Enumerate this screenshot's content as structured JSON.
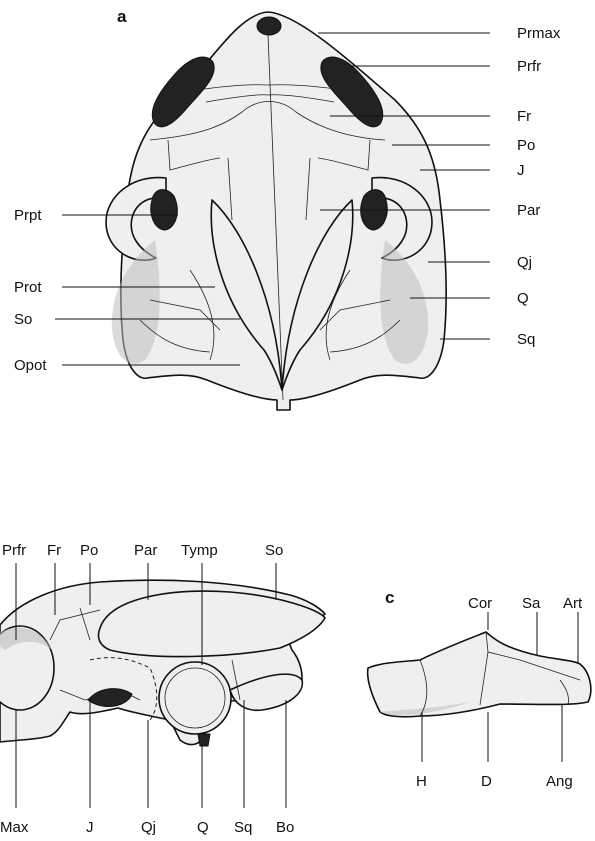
{
  "panels": {
    "a": "a",
    "c": "c"
  },
  "skull_dorsal": {
    "labels_right": [
      "Prmax",
      "Prfr",
      "Fr",
      "Po",
      "J",
      "Par",
      "Qj",
      "Q",
      "Sq"
    ],
    "labels_left": [
      "Prpt",
      "Prot",
      "So",
      "Opot"
    ]
  },
  "skull_lateral": {
    "labels_top": [
      "Prfr",
      "Fr",
      "Po",
      "Par",
      "Tymp",
      "So"
    ],
    "labels_bottom": [
      "Max",
      "J",
      "Qj",
      "Q",
      "Sq",
      "Bo"
    ]
  },
  "mandible": {
    "labels_top": [
      "Cor",
      "Sa",
      "Art"
    ],
    "labels_bottom": [
      "H",
      "D",
      "Ang"
    ]
  }
}
